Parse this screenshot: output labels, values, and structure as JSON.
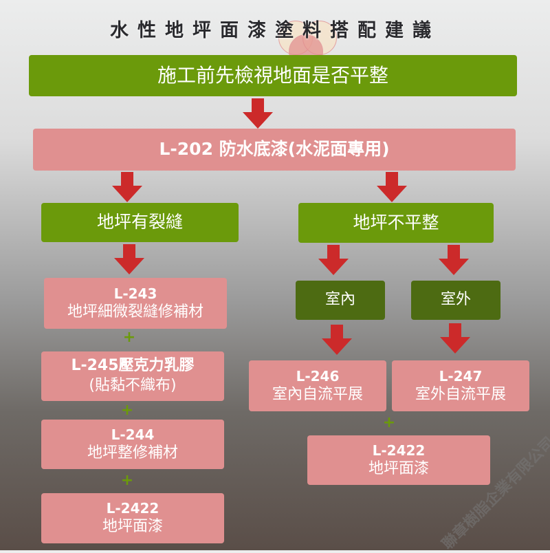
{
  "title": "水性地坪面漆塗料搭配建議",
  "step1": "施工前先檢視地面是否平整",
  "primer": "L-202 防水底漆(水泥面專用)",
  "left_branch": {
    "label": "地坪有裂縫",
    "products": [
      {
        "code": "L-243",
        "name": "地坪細微裂縫修補材"
      },
      {
        "code": "L-245壓克力乳膠",
        "name": "(貼黏不織布)"
      },
      {
        "code": "L-244",
        "name": "地坪整修補材"
      },
      {
        "code": "L-2422",
        "name": "地坪面漆"
      }
    ]
  },
  "right_branch": {
    "label": "地坪不平整",
    "indoor": {
      "label": "室內",
      "code": "L-246",
      "name": "室內自流平展"
    },
    "outdoor": {
      "label": "室外",
      "code": "L-247",
      "name": "室外自流平展"
    },
    "final": {
      "code": "L-2422",
      "name": "地坪面漆"
    }
  },
  "plus": "+",
  "watermark": "聯章樹脂企業有限公司",
  "colors": {
    "green": "#6b9a0b",
    "dark_green": "#4d6b12",
    "pink": "#e09090",
    "arrow_red": "#cc2a2a"
  }
}
